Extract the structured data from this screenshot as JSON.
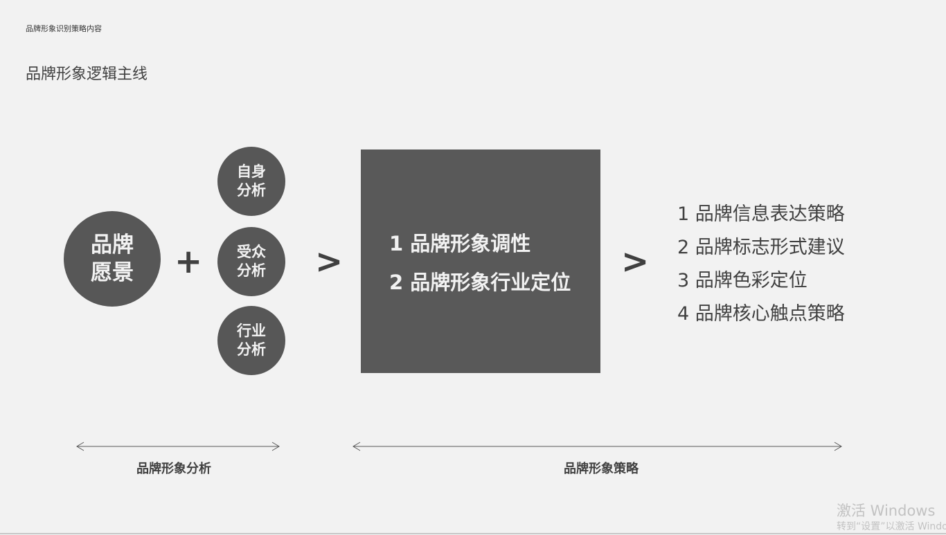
{
  "header": {
    "subtitle": "品牌形象识别策略内容",
    "title": "品牌形象逻辑主线"
  },
  "diagram": {
    "vision": "品牌\n愿景",
    "plus": "+",
    "analyses": [
      "自身\n分析",
      "受众\n分析",
      "行业\n分析"
    ],
    "greater_than": ">",
    "core_items": [
      "1 品牌形象调性",
      "2 品牌形象行业定位"
    ],
    "strategy_items": [
      "1 品牌信息表达策略",
      "2 品牌标志形式建议",
      "3 品牌色彩定位",
      "4 品牌核心触点策略"
    ],
    "range_labels": {
      "analysis": "品牌形象分析",
      "strategy": "品牌形象策略"
    }
  },
  "colors": {
    "background": "#f2f2f2",
    "shape_fill": "#575757",
    "text": "#404040"
  },
  "watermark": {
    "line1": "激活 Windows",
    "line2": "转到“设置”以激活 Windows。"
  }
}
